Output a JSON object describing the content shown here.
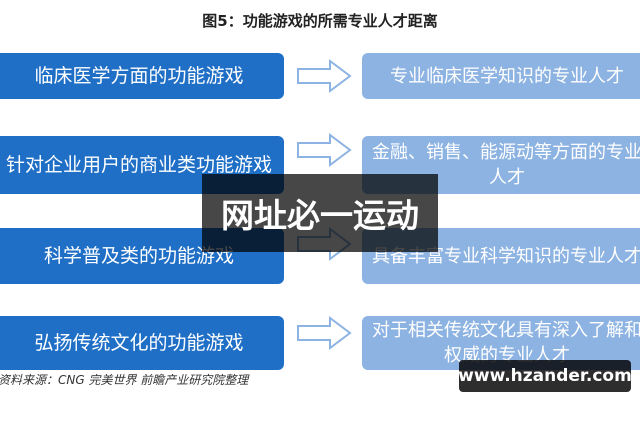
{
  "title": "图5：功能游戏的所需专业人才距离",
  "rows": [
    {
      "left": "临床医学方面的功能游戏",
      "right": "专业临床医学知识的专业人才"
    },
    {
      "left": "针对企业用户的商业类功能游戏",
      "right": "金融、销售、能源动等方面的专业人才"
    },
    {
      "left": "科学普及类的功能游戏",
      "right": "具备丰富专业科学知识的专业人才"
    },
    {
      "left": "弘扬传统文化的功能游戏",
      "right": "对于相关传统文化具有深入了解和权威的专业人才"
    }
  ],
  "source": "资料来源：CNG 完美世界 前瞻产业研究院整理",
  "overlay_text": "网址必一运动",
  "url_badge": "www.hzander.com",
  "colors": {
    "left_box": "#1f6fc6",
    "right_box": "#8db3e2",
    "arrow": "#8db3e2"
  }
}
